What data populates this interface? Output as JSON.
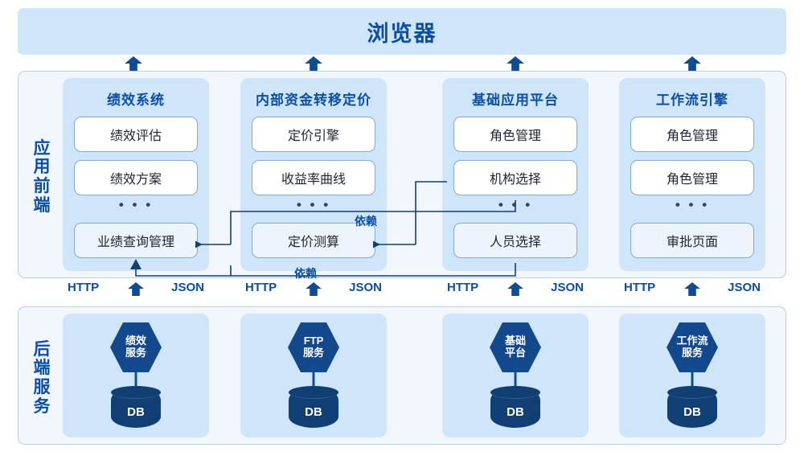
{
  "browser": {
    "label": "浏览器"
  },
  "layers": {
    "frontend_label": [
      "应",
      "用",
      "前",
      "端"
    ],
    "backend_label": [
      "后",
      "端",
      "服",
      "务"
    ]
  },
  "protocol": {
    "left": "HTTP",
    "right": "JSON",
    "arrow_icon": "up-arrow-icon"
  },
  "ellipsis": "• • •",
  "dependency_labels": {
    "upper": "依赖",
    "lower": "依赖"
  },
  "columns": [
    {
      "title": "绩效系统",
      "modules": [
        "绩效评估",
        "绩效方案",
        "业绩查询管理"
      ],
      "service": {
        "lines": [
          "绩效",
          "服务"
        ],
        "db": "DB"
      }
    },
    {
      "title": "内部资金转移定价",
      "modules": [
        "定价引擎",
        "收益率曲线",
        "定价测算"
      ],
      "service": {
        "lines": [
          "FTP",
          "服务"
        ],
        "db": "DB"
      }
    },
    {
      "title": "基础应用平台",
      "modules": [
        "角色管理",
        "机构选择",
        "人员选择"
      ],
      "service": {
        "lines": [
          "基础",
          "平台"
        ],
        "db": "DB"
      }
    },
    {
      "title": "工作流引擎",
      "modules": [
        "角色管理",
        "角色管理",
        "审批页面"
      ],
      "service": {
        "lines": [
          "工作流",
          "服务"
        ],
        "db": "DB"
      }
    }
  ],
  "colors": {
    "banner_bg": "#cfe6fa",
    "panel_bg": "#f2f7fd",
    "column_bg": "#cfe6fa",
    "card_bg": "#ffffff",
    "card_tinted_bg": "#eef4fc",
    "accent_text": "#0b4ea2",
    "arrow": "#0f4c91",
    "hexagon": "#14488c",
    "db": "#0f3f74"
  }
}
